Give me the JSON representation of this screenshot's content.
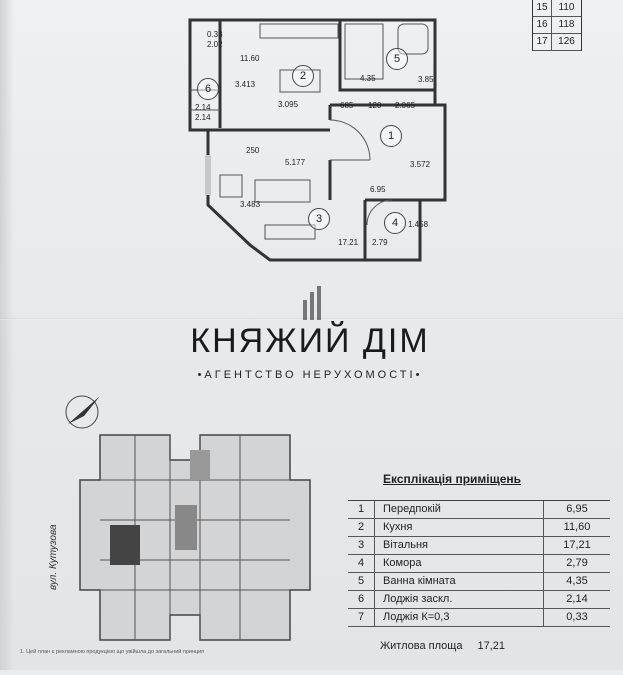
{
  "corner_table": [
    {
      "floor": "15",
      "number": "110"
    },
    {
      "floor": "16",
      "number": "118"
    },
    {
      "floor": "17",
      "number": "126"
    }
  ],
  "plan": {
    "dims": [
      "0.33",
      "2.02",
      "11.60",
      "3.413",
      "3.095",
      "685",
      "120",
      "2.065",
      "4.35",
      "2.14",
      "2.14",
      "250",
      "5.177",
      "3.572",
      "6.95",
      "3.483",
      "17.21",
      "2.79",
      "1.458",
      "3.85"
    ],
    "rooms": [
      "1",
      "2",
      "3",
      "4",
      "5",
      "6"
    ]
  },
  "brand": {
    "name": "КНЯЖИЙ ДІМ",
    "tagline": "•АГЕНТСТВО НЕРУХОМОСТІ•"
  },
  "site": {
    "street": "вул. Кутузова",
    "footnote": "1. Цей план є рекламною продукцією що увійшла до загальний принцип"
  },
  "explication": {
    "title": "Експлікація приміщень",
    "rows": [
      {
        "n": "1",
        "name": "Передпокій",
        "area": "6,95"
      },
      {
        "n": "2",
        "name": "Кухня",
        "area": "11,60"
      },
      {
        "n": "3",
        "name": "Вітальня",
        "area": "17,21"
      },
      {
        "n": "4",
        "name": "Комора",
        "area": "2,79"
      },
      {
        "n": "5",
        "name": "Ванна кімната",
        "area": "4,35"
      },
      {
        "n": "6",
        "name": "Лоджія заскл.",
        "area": "2,14"
      },
      {
        "n": "7",
        "name": "Лоджія К=0,3",
        "area": "0,33"
      }
    ],
    "living_label": "Житлова площа",
    "living_value": "17,21"
  }
}
